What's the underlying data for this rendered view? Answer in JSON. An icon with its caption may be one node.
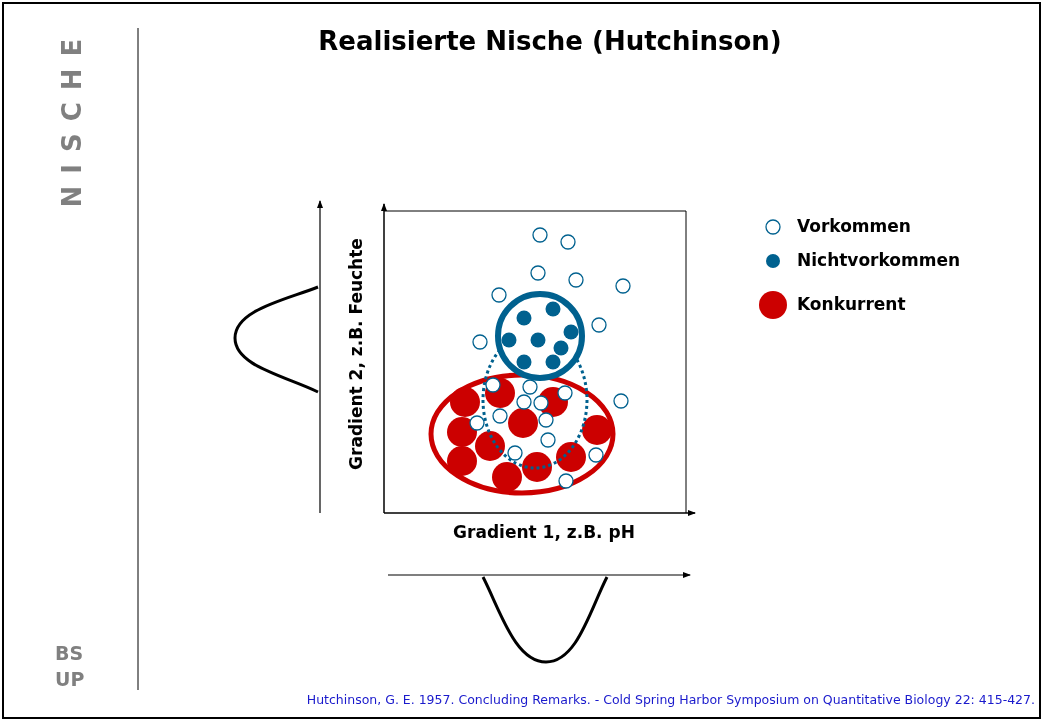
{
  "diagram": {
    "title": "Realisierte Nische (Hutchinson)",
    "caption": "Hutchinson, G. E. 1957. Concluding Remarks. - Cold Spring Harbor Symposium on Quantitative Biology 22: 415-427.",
    "labels": [
      "NISCHE",
      "Gradient 2, z.B. Feuchte",
      "Gradient 1, z.B. pH",
      "BS UP"
    ],
    "legend": [
      {
        "text": "Vorkommen"
      },
      {
        "text": "Nichtvorkommen",
        "color": "#00618f"
      },
      {
        "text": "Konkurrent",
        "color": "#cc0000"
      }
    ]
  }
}
